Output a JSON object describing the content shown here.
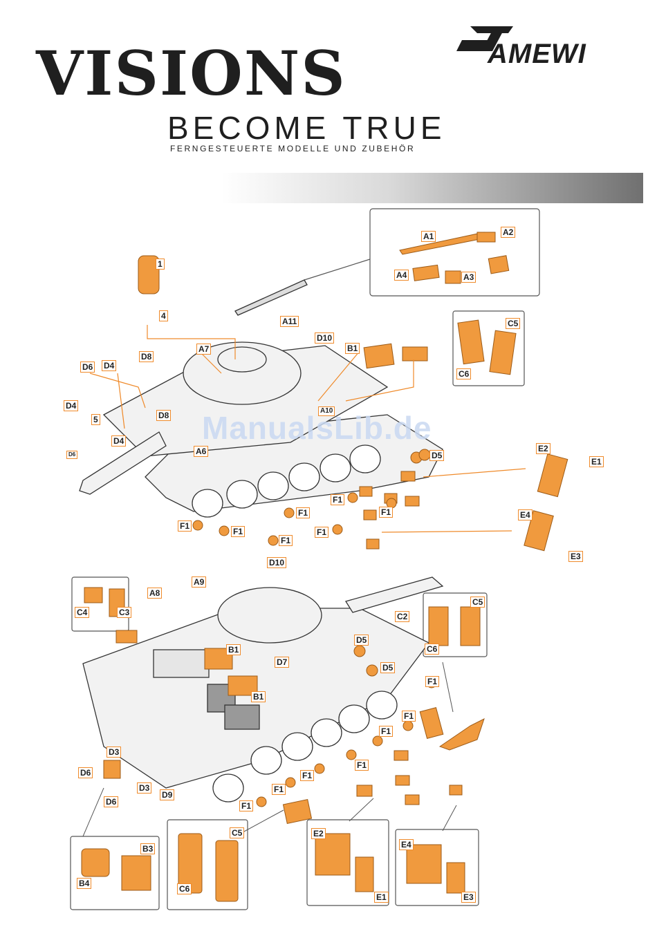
{
  "header": {
    "visions": "VISIONS",
    "become_true": "BECOME TRUE",
    "tagline": "FERNGESTEUERTE MODELLE UND ZUBEHÖR",
    "brand": "AMEWI"
  },
  "watermark": "ManualsLib.de",
  "labels_top": [
    {
      "id": "a1",
      "text": "A1"
    },
    {
      "id": "a2",
      "text": "A2"
    },
    {
      "id": "a3",
      "text": "A3"
    },
    {
      "id": "a4",
      "text": "A4"
    },
    {
      "id": "n1",
      "text": "1"
    },
    {
      "id": "n4",
      "text": "4"
    },
    {
      "id": "a11",
      "text": "A11"
    },
    {
      "id": "d10",
      "text": "D10"
    },
    {
      "id": "a7",
      "text": "A7"
    },
    {
      "id": "b1",
      "text": "B1"
    },
    {
      "id": "c5",
      "text": "C5"
    },
    {
      "id": "c6",
      "text": "C6"
    },
    {
      "id": "d6",
      "text": "D6"
    },
    {
      "id": "d4",
      "text": "D4"
    },
    {
      "id": "d8",
      "text": "D8"
    },
    {
      "id": "d4b",
      "text": "D4"
    },
    {
      "id": "n5",
      "text": "5"
    },
    {
      "id": "d8b",
      "text": "D8"
    },
    {
      "id": "d4c",
      "text": "D4"
    },
    {
      "id": "d6b",
      "text": "D6"
    },
    {
      "id": "a10",
      "text": "A10"
    },
    {
      "id": "a6",
      "text": "A6"
    },
    {
      "id": "d5",
      "text": "D5"
    },
    {
      "id": "e2",
      "text": "E2"
    },
    {
      "id": "e1",
      "text": "E1"
    },
    {
      "id": "f1a",
      "text": "F1"
    },
    {
      "id": "f1b",
      "text": "F1"
    },
    {
      "id": "f1c",
      "text": "F1"
    },
    {
      "id": "f1d",
      "text": "F1"
    },
    {
      "id": "f1e",
      "text": "F1"
    },
    {
      "id": "f1f",
      "text": "F1"
    },
    {
      "id": "f1g",
      "text": "F1"
    },
    {
      "id": "e4",
      "text": "E4"
    },
    {
      "id": "e3",
      "text": "E3"
    }
  ],
  "labels_bottom": [
    {
      "id": "d10",
      "text": "D10"
    },
    {
      "id": "a9",
      "text": "A9"
    },
    {
      "id": "a8",
      "text": "A8"
    },
    {
      "id": "c4",
      "text": "C4"
    },
    {
      "id": "c3",
      "text": "C3"
    },
    {
      "id": "c2",
      "text": "C2"
    },
    {
      "id": "c5",
      "text": "C5"
    },
    {
      "id": "c6",
      "text": "C6"
    },
    {
      "id": "b1a",
      "text": "B1"
    },
    {
      "id": "b1b",
      "text": "B1"
    },
    {
      "id": "d7",
      "text": "D7"
    },
    {
      "id": "d5a",
      "text": "D5"
    },
    {
      "id": "d5b",
      "text": "D5"
    },
    {
      "id": "d3a",
      "text": "D3"
    },
    {
      "id": "d6a",
      "text": "D6"
    },
    {
      "id": "d3b",
      "text": "D3"
    },
    {
      "id": "d6b",
      "text": "D6"
    },
    {
      "id": "d9",
      "text": "D9"
    },
    {
      "id": "f1a",
      "text": "F1"
    },
    {
      "id": "f1b",
      "text": "F1"
    },
    {
      "id": "f1c",
      "text": "F1"
    },
    {
      "id": "f1d",
      "text": "F1"
    },
    {
      "id": "f1e",
      "text": "F1"
    },
    {
      "id": "f1f",
      "text": "F1"
    },
    {
      "id": "f1g",
      "text": "F1"
    },
    {
      "id": "b3",
      "text": "B3"
    },
    {
      "id": "b4",
      "text": "B4"
    },
    {
      "id": "c5b",
      "text": "C5"
    },
    {
      "id": "c6b",
      "text": "C6"
    },
    {
      "id": "e2",
      "text": "E2"
    },
    {
      "id": "e1",
      "text": "E1"
    },
    {
      "id": "e4",
      "text": "E4"
    },
    {
      "id": "e3",
      "text": "E3"
    }
  ],
  "colors": {
    "accent": "#ef8a2a",
    "ink": "#1f1f1f",
    "part_fill": "#f09a3e",
    "hull": "#f2f2f2"
  }
}
